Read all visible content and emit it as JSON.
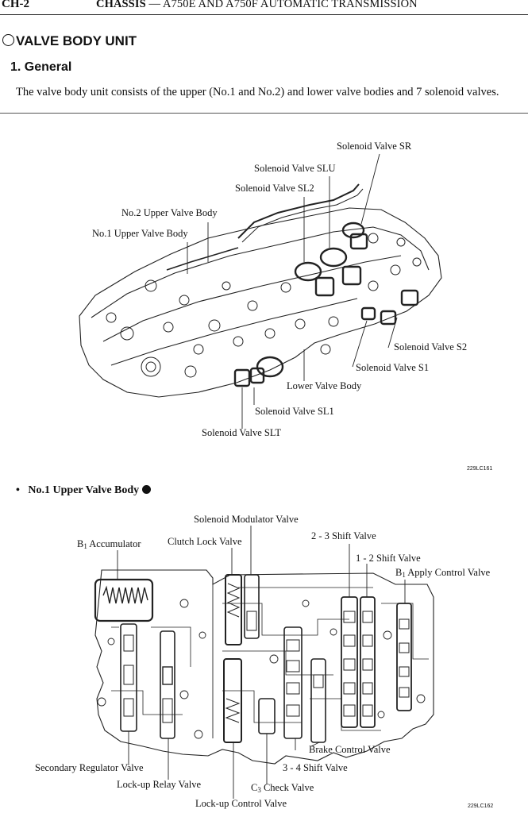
{
  "header": {
    "page_number": "CH-2",
    "title_bold": "CHASSIS",
    "title_rest": " — A750E AND A750F AUTOMATIC TRANSMISSION"
  },
  "section_title": "VALVE BODY UNIT",
  "general_heading": "1. General",
  "general_text": "The valve body unit consists of the upper (No.1 and No.2) and lower valve bodies and 7 solenoid valves.",
  "figure1": {
    "labels": {
      "sr": "Solenoid Valve SR",
      "slu": "Solenoid Valve SLU",
      "sl2": "Solenoid Valve SL2",
      "no2": "No.2 Upper Valve Body",
      "no1": "No.1 Upper Valve Body",
      "s2": "Solenoid Valve S2",
      "s1": "Solenoid Valve S1",
      "lower": "Lower Valve Body",
      "sl1": "Solenoid Valve SL1",
      "slt": "Solenoid Valve SLT"
    },
    "code": "229LC161"
  },
  "subsection": "No.1 Upper Valve Body",
  "figure2": {
    "labels": {
      "solmod": "Solenoid Modulator Valve",
      "b1acc_pre": "B",
      "b1acc_sub": "1",
      "b1acc_post": " Accumulator",
      "clutch": "Clutch Lock Valve",
      "shift23": "2 - 3 Shift Valve",
      "shift12": "1 - 2 Shift Valve",
      "b1apply_pre": "B",
      "b1apply_sub": "1",
      "b1apply_post": " Apply Control Valve",
      "brake": "Brake Control Valve",
      "secreg": "Secondary Regulator Valve",
      "shift34": "3 - 4 Shift Valve",
      "lurelay": "Lock-up Relay Valve",
      "c3_pre": "C",
      "c3_sub": "3",
      "c3_post": " Check Valve",
      "luctrl": "Lock-up Control Valve"
    },
    "code": "229LC162"
  }
}
